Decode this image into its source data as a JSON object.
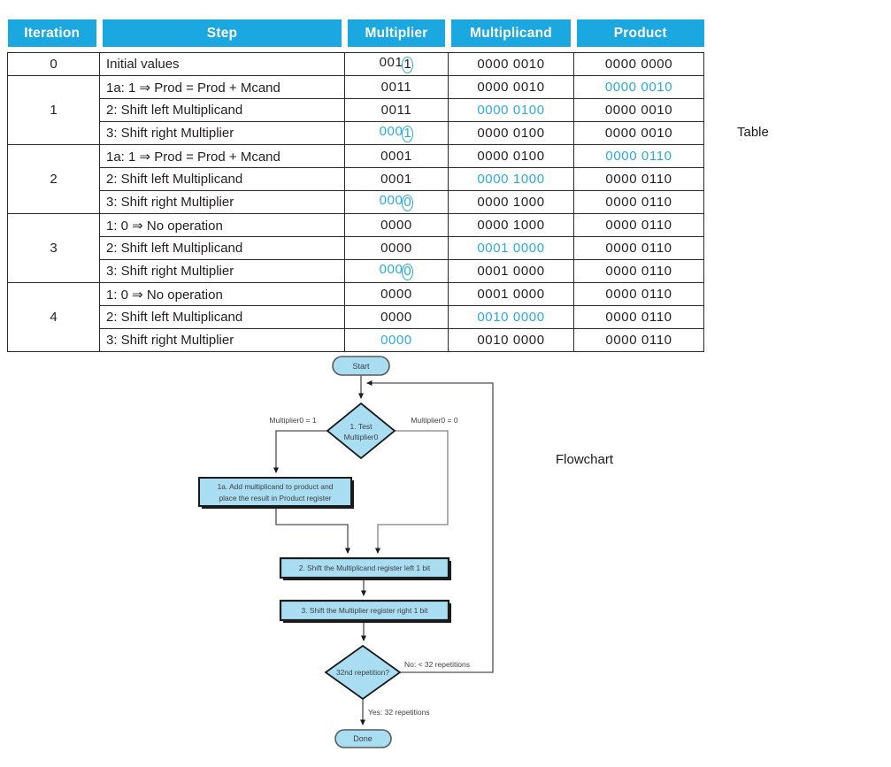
{
  "colors": {
    "header_bg": "#1ba7e0",
    "highlight_text": "#29abe2",
    "node_fill": "#a8ddf2",
    "node_border": "#1a1a1a",
    "connector": "#4d4f53"
  },
  "side_labels": {
    "table": "Table",
    "flowchart": "Flowchart"
  },
  "table": {
    "headers": [
      "Iteration",
      "Step",
      "Multiplier",
      "Multiplicand",
      "Product"
    ],
    "rows": [
      {
        "iteration": "0",
        "step": "Initial values",
        "mul": "001",
        "mul_last": "1",
        "mcand": "0000 0010",
        "prod": "0000 0000",
        "highlight": "mul_last_circle"
      },
      {
        "iteration": "1",
        "step": "1a: 1 ⇒ Prod = Prod + Mcand",
        "mul": "0011",
        "mul_last": "",
        "mcand": "0000 0010",
        "prod": "0000 0010",
        "highlight": "prod"
      },
      {
        "iteration": "",
        "step": "2: Shift left Multiplicand",
        "mul": "0011",
        "mul_last": "",
        "mcand": "0000 0100",
        "prod": "0000 0010",
        "highlight": "mcand"
      },
      {
        "iteration": "",
        "step": "3: Shift right Multiplier",
        "mul": "000",
        "mul_last": "1",
        "mcand": "0000 0100",
        "prod": "0000 0010",
        "highlight": "mul_circle"
      },
      {
        "iteration": "2",
        "step": "1a: 1 ⇒ Prod = Prod + Mcand",
        "mul": "0001",
        "mul_last": "",
        "mcand": "0000 0100",
        "prod": "0000 0110",
        "highlight": "prod"
      },
      {
        "iteration": "",
        "step": "2: Shift left Multiplicand",
        "mul": "0001",
        "mul_last": "",
        "mcand": "0000 1000",
        "prod": "0000 0110",
        "highlight": "mcand"
      },
      {
        "iteration": "",
        "step": "3: Shift right Multiplier",
        "mul": "000",
        "mul_last": "0",
        "mcand": "0000 1000",
        "prod": "0000 0110",
        "highlight": "mul_circle"
      },
      {
        "iteration": "3",
        "step": "1: 0 ⇒ No operation",
        "mul": "0000",
        "mul_last": "",
        "mcand": "0000 1000",
        "prod": "0000 0110",
        "highlight": "none"
      },
      {
        "iteration": "",
        "step": "2: Shift left Multiplicand",
        "mul": "0000",
        "mul_last": "",
        "mcand": "0001 0000",
        "prod": "0000 0110",
        "highlight": "mcand"
      },
      {
        "iteration": "",
        "step": "3: Shift right Multiplier",
        "mul": "000",
        "mul_last": "0",
        "mcand": "0001 0000",
        "prod": "0000 0110",
        "highlight": "mul_circle"
      },
      {
        "iteration": "4",
        "step": "1: 0 ⇒ No operation",
        "mul": "0000",
        "mul_last": "",
        "mcand": "0001 0000",
        "prod": "0000 0110",
        "highlight": "none"
      },
      {
        "iteration": "",
        "step": "2: Shift left Multiplicand",
        "mul": "0000",
        "mul_last": "",
        "mcand": "0010 0000",
        "prod": "0000 0110",
        "highlight": "mcand"
      },
      {
        "iteration": "",
        "step": "3: Shift right Multiplier",
        "mul": "0000",
        "mul_last": "",
        "mcand": "0010 0000",
        "prod": "0000 0110",
        "highlight": "mul"
      }
    ]
  },
  "flow": {
    "start": "Start",
    "decision1_line1": "1.  Test",
    "decision1_line2": "Multiplier0",
    "branch_left": "Multiplier0 = 1",
    "branch_right": "Multiplier0 = 0",
    "box1a_line1": "1a. Add multiplicand to product and",
    "box1a_line2": "place the result in Product register",
    "box2": "2. Shift the Multiplicand register left 1 bit",
    "box3": "3. Shift the Multiplier register right 1 bit",
    "decision2": "32nd repetition?",
    "no_label": "No: < 32 repetitions",
    "yes_label": "Yes: 32 repetitions",
    "done": "Done"
  }
}
